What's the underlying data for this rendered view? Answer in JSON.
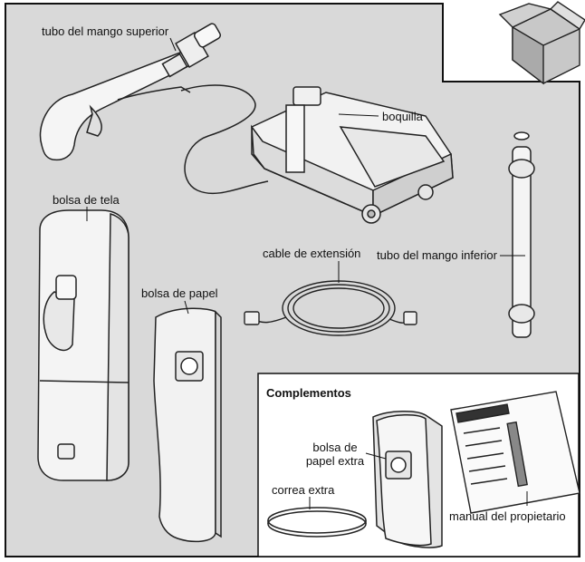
{
  "labels": {
    "upper_handle_tube": "tubo del mango superior",
    "nozzle": "boquilla",
    "cloth_bag": "bolsa de tela",
    "extension_cord": "cable de extensión",
    "lower_handle_tube": "tubo del mango inferior",
    "paper_bag": "bolsa de papel"
  },
  "accessories": {
    "title": "Complementos",
    "extra_paper_bag_line1": "bolsa de",
    "extra_paper_bag_line2": "papel extra",
    "extra_belt": "correa extra",
    "owners_manual": "manual del propietario"
  }
}
